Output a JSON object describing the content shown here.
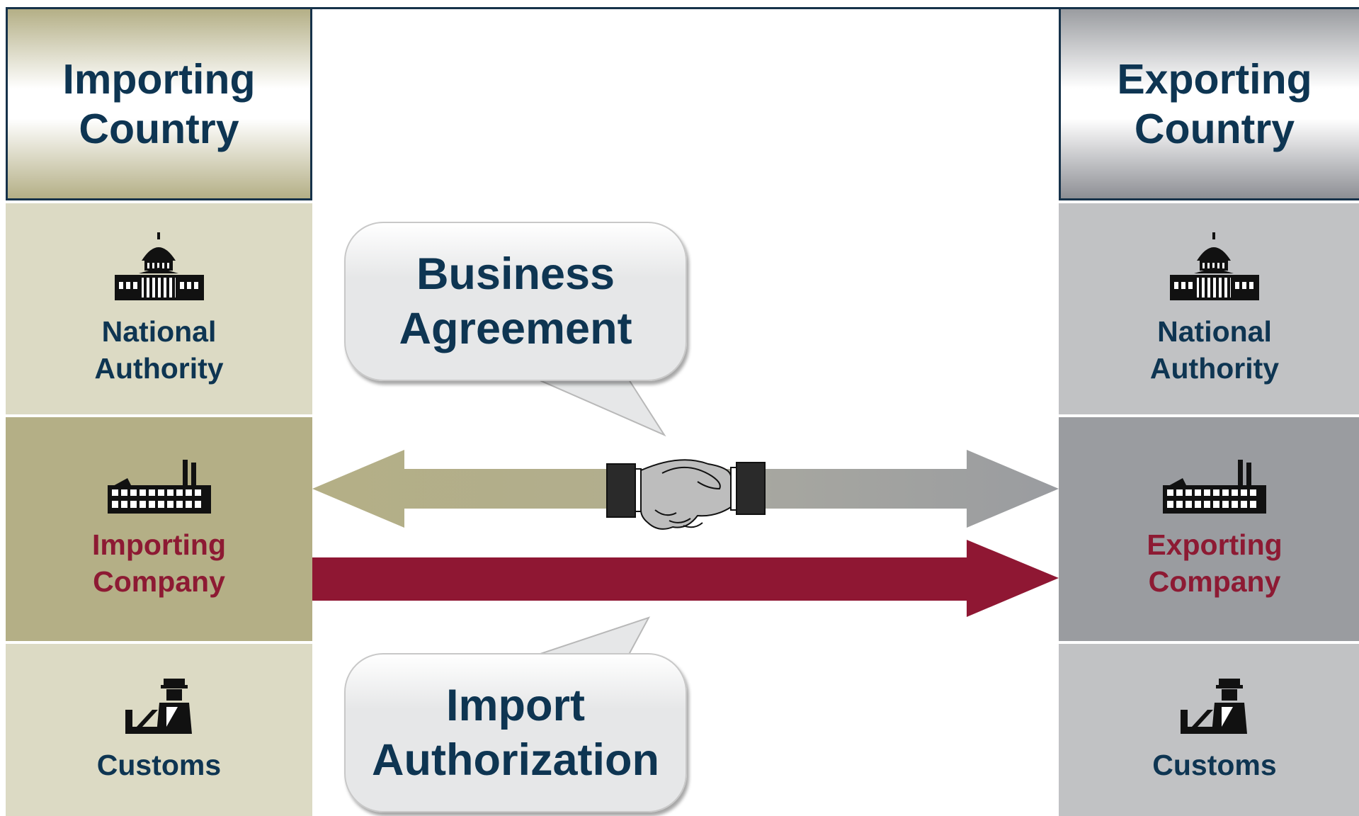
{
  "importing_country": {
    "title": "Importing Country",
    "national_authority": "National Authority",
    "company": "Importing Company",
    "customs": "Customs"
  },
  "exporting_country": {
    "title": "Exporting Country",
    "national_authority": "National Authority",
    "company": "Exporting Company",
    "customs": "Customs"
  },
  "bubbles": {
    "business_agreement": "Business Agreement",
    "import_authorization": "Import Authorization"
  },
  "icons": [
    "capitol-building-icon",
    "factory-icon",
    "customs-officer-icon",
    "handshake-icon"
  ],
  "colors": {
    "importing_panel_light": "#dcdac4",
    "importing_panel_dark": "#b4af86",
    "exporting_panel_light": "#c1c2c4",
    "exporting_panel_dark": "#9a9ca0",
    "label_blue": "#0e3552",
    "label_red": "#8d1a33",
    "authorization_arrow": "#8f1733"
  }
}
